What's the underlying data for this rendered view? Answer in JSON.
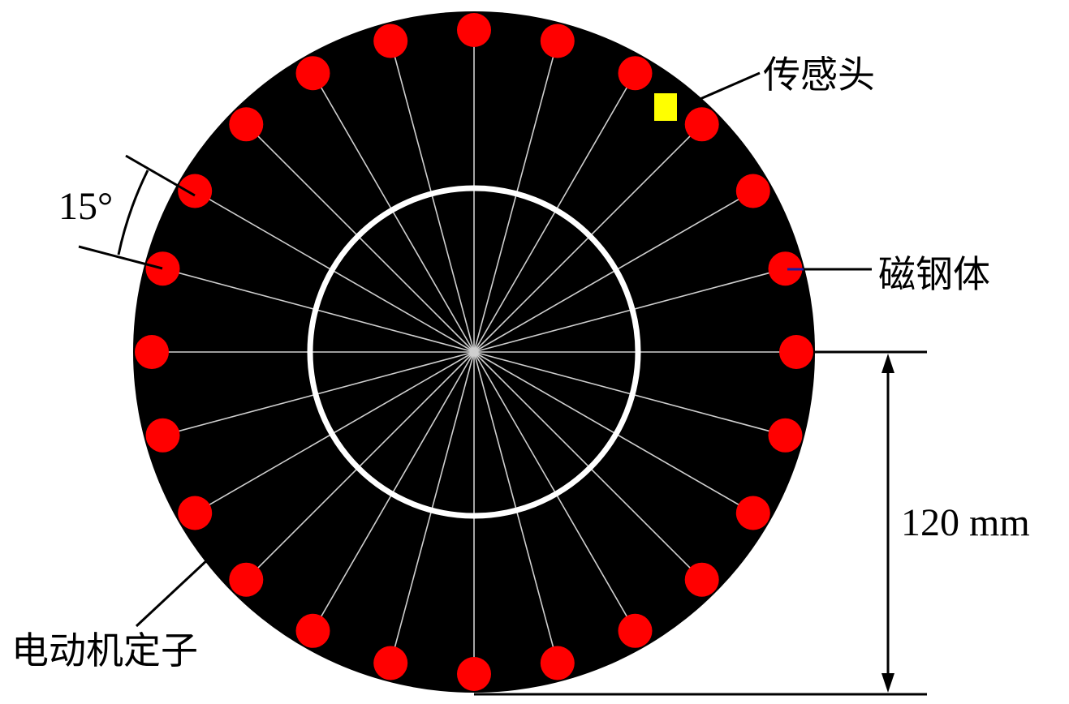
{
  "labels": {
    "sensor": "传感头",
    "magnet": "磁钢体",
    "stator": "电动机定子",
    "angle": "15°",
    "radius": "120 mm"
  },
  "rotor": {
    "magnet_count": 24,
    "angle_step_deg": 15
  },
  "colors": {
    "stator_fill": "#000000",
    "magnet": "#ff0000",
    "sensor": "#ffff00",
    "inner_ring": "#ffffff",
    "spokes": "#cfcfcf"
  }
}
